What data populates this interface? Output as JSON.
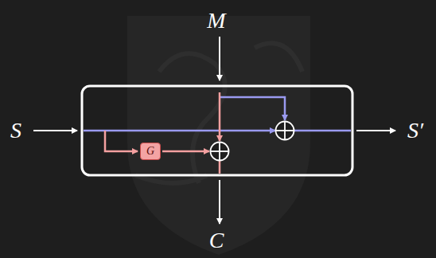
{
  "diagram": {
    "nodes": [
      {
        "text": [
          "G"
        ]
      }
    ],
    "labels": [
      "M",
      "S",
      "S′",
      "C"
    ]
  }
}
